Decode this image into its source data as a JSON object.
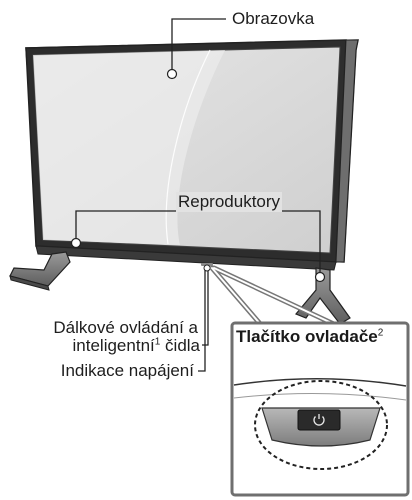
{
  "labels": {
    "screen": "Obrazovka",
    "speakers": "Reproduktory",
    "remote_sensor_line1": "Dálkové ovládání a",
    "remote_sensor_line2": "inteligentní",
    "remote_sensor_sup": "1",
    "remote_sensor_line2_end": " čidla",
    "power_indicator": "Indikace napájení",
    "control_button": "Tlačítko ovladače",
    "control_button_sup": "2"
  },
  "icons": {
    "power_button": "power-icon"
  },
  "colors": {
    "bezel": "#3a3a3a",
    "screen": "#d8d8d8",
    "stand": "#7a7a7a",
    "outline": "#222222"
  }
}
